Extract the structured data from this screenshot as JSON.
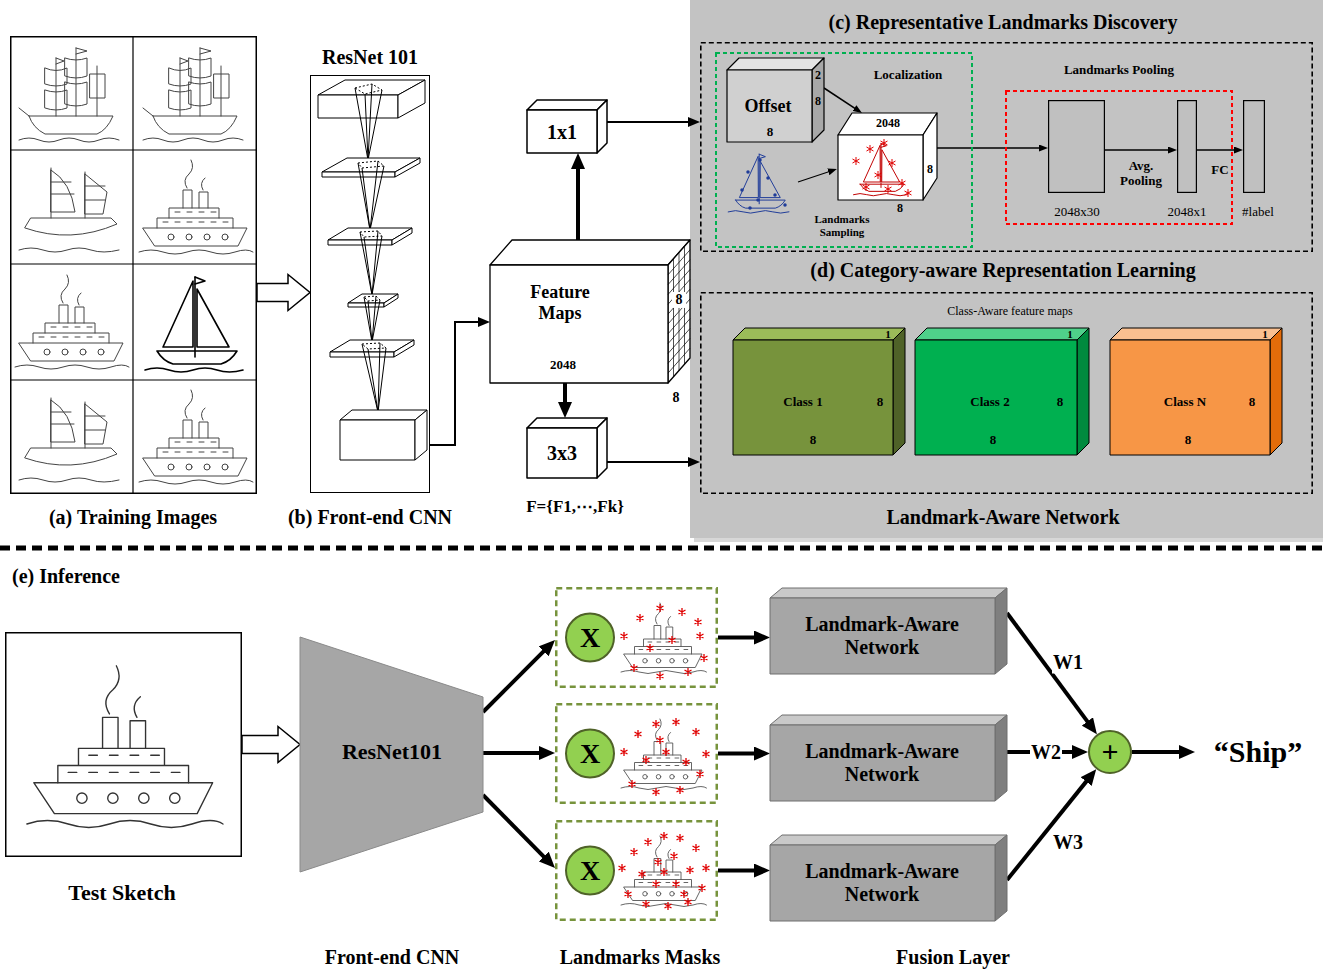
{
  "diagram": {
    "nodes": [
      {
        "text": [
          "(a) Training Images"
        ]
      },
      {
        "text": [
          "ResNet 101",
          "(b) Front-end CNN"
        ]
      },
      {
        "text": [
          "Feature Maps",
          "2048",
          "8",
          "8"
        ]
      },
      {
        "text": [
          "1x1"
        ]
      },
      {
        "text": [
          "3x3",
          "F={F1,⋯,Fk}"
        ]
      },
      {
        "text": [
          "Landmark-Aware Network"
        ]
      },
      {
        "text": [
          "(c) Representative Landmarks Discovery"
        ],
        "in": 5
      },
      {
        "text": [
          "Localization",
          "Landmarks Sampling"
        ],
        "in": 6
      },
      {
        "text": [
          "Offset",
          "8",
          "2",
          "8"
        ],
        "in": 7
      },
      {
        "text": [
          "2048",
          "8",
          "8"
        ],
        "in": 7
      },
      {
        "text": [
          "Landmarks Pooling"
        ],
        "in": 6
      },
      {
        "text": [
          "2048x30"
        ],
        "in": 10
      },
      {
        "text": [
          "2048x1"
        ],
        "in": 10
      },
      {
        "text": [
          "#label"
        ],
        "in": 6
      },
      {
        "text": [
          "(d) Category-aware Representation Learning",
          "Class-Aware feature maps"
        ],
        "in": 5
      },
      {
        "text": [
          "Class 1",
          "8",
          "8",
          "1"
        ],
        "in": 14
      },
      {
        "text": [
          "Class 2",
          "8",
          "8",
          "1"
        ],
        "in": 14
      },
      {
        "text": [
          "Class N",
          "8",
          "8",
          "1"
        ],
        "in": 14
      },
      {
        "text": [
          "Test Sketch"
        ]
      },
      {
        "text": [
          "ResNet101"
        ]
      },
      {
        "text": [
          "X"
        ]
      },
      {
        "text": [
          "X"
        ]
      },
      {
        "text": [
          "X"
        ]
      },
      {
        "text": [
          "Landmark-Aware Network"
        ]
      },
      {
        "text": [
          "Landmark-Aware Network"
        ]
      },
      {
        "text": [
          "Landmark-Aware Network"
        ]
      },
      {
        "text": [
          "+"
        ]
      },
      {
        "text": [
          "“Ship”"
        ]
      }
    ],
    "edges": [
      {
        "from": 0,
        "to": 1,
        "arrow": "to"
      },
      {
        "from": 1,
        "to": 2,
        "arrow": "to"
      },
      {
        "from": 2,
        "to": 3,
        "arrow": "to"
      },
      {
        "from": 2,
        "to": 4,
        "arrow": "to"
      },
      {
        "from": 3,
        "to": 6,
        "arrow": "to"
      },
      {
        "from": 4,
        "to": 14,
        "arrow": "to"
      },
      {
        "from": 8,
        "to": 9,
        "arrow": "to"
      },
      {
        "from": 9,
        "to": 11,
        "arrow": "to"
      },
      {
        "from": 11,
        "to": 12,
        "label": "Avg. Pooling",
        "arrow": "to"
      },
      {
        "from": 12,
        "to": 13,
        "label": "FC",
        "arrow": "to"
      },
      {
        "from": 18,
        "to": 19,
        "arrow": "to"
      },
      {
        "from": 19,
        "to": 20,
        "arrow": "to"
      },
      {
        "from": 19,
        "to": 21,
        "arrow": "to"
      },
      {
        "from": 19,
        "to": 22,
        "arrow": "to"
      },
      {
        "from": 20,
        "to": 23,
        "arrow": "to"
      },
      {
        "from": 21,
        "to": 24,
        "arrow": "to"
      },
      {
        "from": 22,
        "to": 25,
        "arrow": "to"
      },
      {
        "from": 23,
        "to": 26,
        "label": "W1",
        "arrow": "to"
      },
      {
        "from": 24,
        "to": 26,
        "label": "W2",
        "arrow": "to"
      },
      {
        "from": 25,
        "to": 26,
        "label": "W3",
        "arrow": "to"
      },
      {
        "from": 26,
        "to": 27,
        "arrow": "to"
      }
    ],
    "labels": [
      "(e) Inference",
      "Front-end CNN",
      "Landmarks Masks",
      "Fusion Layer"
    ]
  }
}
